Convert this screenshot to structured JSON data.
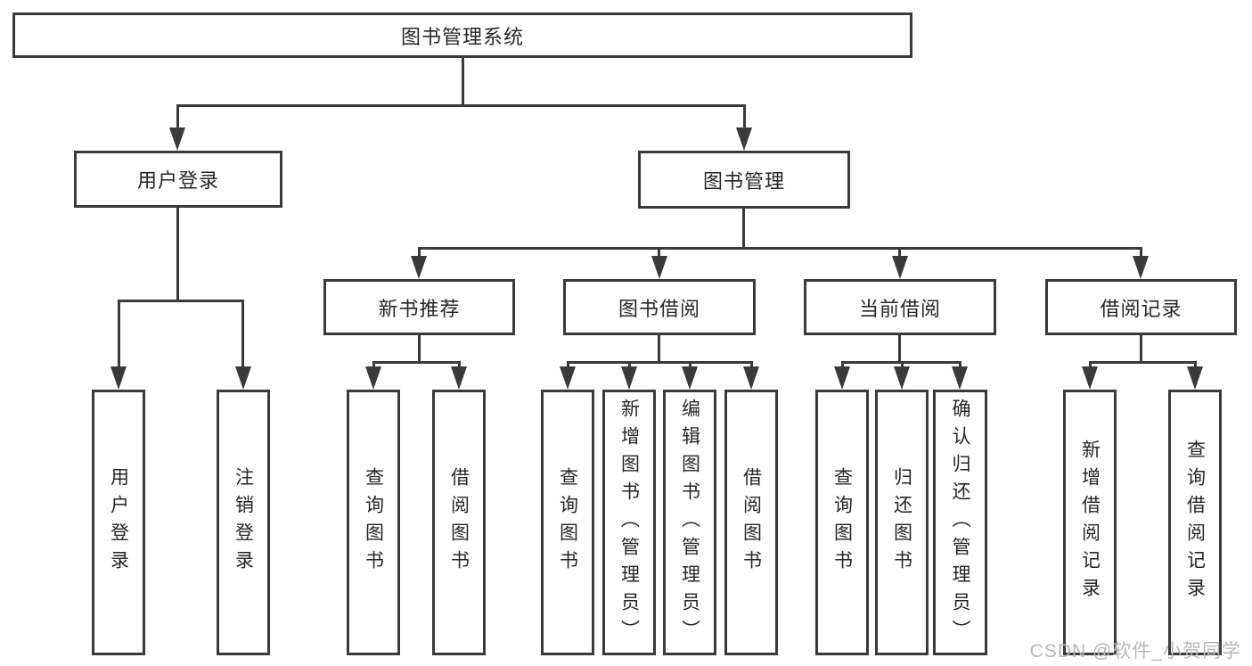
{
  "colors": {
    "line": "#3a3a3a",
    "box_border": "#3a3a3a",
    "text": "#262626",
    "watermark": "#b7b7b7",
    "background": "#ffffff"
  },
  "tree": {
    "root": {
      "label": "图书管理系统"
    },
    "branches": [
      {
        "label": "用户登录",
        "children": [
          {
            "label": "用户登录"
          },
          {
            "label": "注销登录"
          }
        ]
      },
      {
        "label": "图书管理",
        "children": [
          {
            "label": "新书推荐",
            "children": [
              {
                "label": "查询图书"
              },
              {
                "label": "借阅图书"
              }
            ]
          },
          {
            "label": "图书借阅",
            "children": [
              {
                "label": "查询图书"
              },
              {
                "label": "新增图书（管理员）"
              },
              {
                "label": "编辑图书（管理员）"
              },
              {
                "label": "借阅图书"
              }
            ]
          },
          {
            "label": "当前借阅",
            "children": [
              {
                "label": "查询图书"
              },
              {
                "label": "归还图书"
              },
              {
                "label": "确认归还（管理员）"
              }
            ]
          },
          {
            "label": "借阅记录",
            "children": [
              {
                "label": "新增借阅记录"
              },
              {
                "label": "查询借阅记录"
              }
            ]
          }
        ]
      }
    ]
  },
  "watermark": {
    "text": "CSDN @软件_小贺同学"
  }
}
